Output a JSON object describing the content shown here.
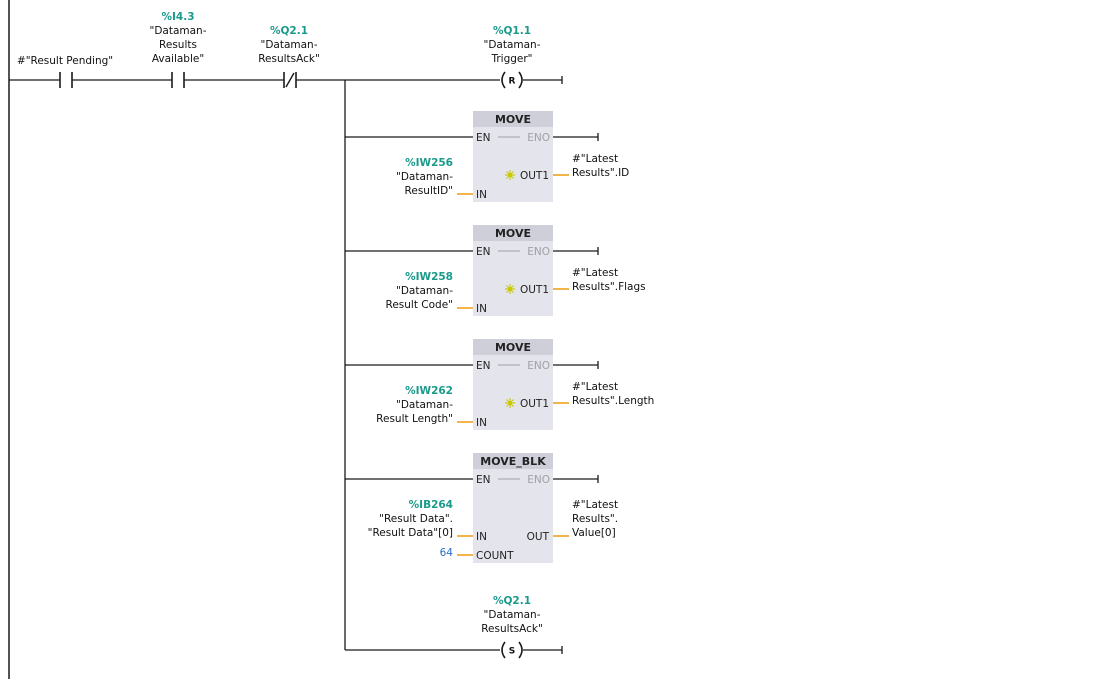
{
  "contacts": [
    {
      "id": "result-pending",
      "lines": [
        "#\"Result Pending\""
      ],
      "address": ""
    },
    {
      "id": "results-available",
      "lines": [
        "\"Dataman-",
        "Results",
        "Available\""
      ],
      "address": "%I4.3"
    },
    {
      "id": "results-ack-nc",
      "lines": [
        "\"Dataman-",
        "ResultsAck\""
      ],
      "address": "%Q2.1"
    }
  ],
  "coils": [
    {
      "id": "trigger-reset",
      "type": "R",
      "address": "%Q1.1",
      "lines": [
        "\"Dataman-",
        "Trigger\""
      ]
    },
    {
      "id": "results-ack-set",
      "type": "S",
      "address": "%Q2.1",
      "lines": [
        "\"Dataman-",
        "ResultsAck\""
      ]
    }
  ],
  "blocks": [
    {
      "id": "move-id",
      "title": "MOVE",
      "en": "EN",
      "eno": "ENO",
      "in_pin": "IN",
      "out_pin": "OUT1",
      "in_address": "%IW256",
      "in_lines": [
        "\"Dataman-",
        "ResultID\""
      ],
      "out_lines": [
        "#\"Latest",
        "Results\".ID"
      ]
    },
    {
      "id": "move-flags",
      "title": "MOVE",
      "en": "EN",
      "eno": "ENO",
      "in_pin": "IN",
      "out_pin": "OUT1",
      "in_address": "%IW258",
      "in_lines": [
        "\"Dataman-",
        "Result Code\""
      ],
      "out_lines": [
        "#\"Latest",
        "Results\".Flags"
      ]
    },
    {
      "id": "move-length",
      "title": "MOVE",
      "en": "EN",
      "eno": "ENO",
      "in_pin": "IN",
      "out_pin": "OUT1",
      "in_address": "%IW262",
      "in_lines": [
        "\"Dataman-",
        "Result Length\""
      ],
      "out_lines": [
        "#\"Latest",
        "Results\".Length"
      ]
    },
    {
      "id": "move-blk",
      "title": "MOVE_BLK",
      "en": "EN",
      "eno": "ENO",
      "in_pin": "IN",
      "out_pin": "OUT",
      "count_pin": "COUNT",
      "count_value": "64",
      "in_address": "%IB264",
      "in_lines": [
        "\"Result Data\".",
        "\"Result Data\"[0]"
      ],
      "out_lines": [
        "#\"Latest",
        "Results\".",
        "Value[0]"
      ]
    }
  ],
  "colors": {
    "address": "#1a9a8a",
    "wire": "#1a1a1a",
    "param_line": "#f0a020",
    "block_fill": "#e4e4ec",
    "block_header": "#cfcfda",
    "constant": "#2a6bc4"
  }
}
